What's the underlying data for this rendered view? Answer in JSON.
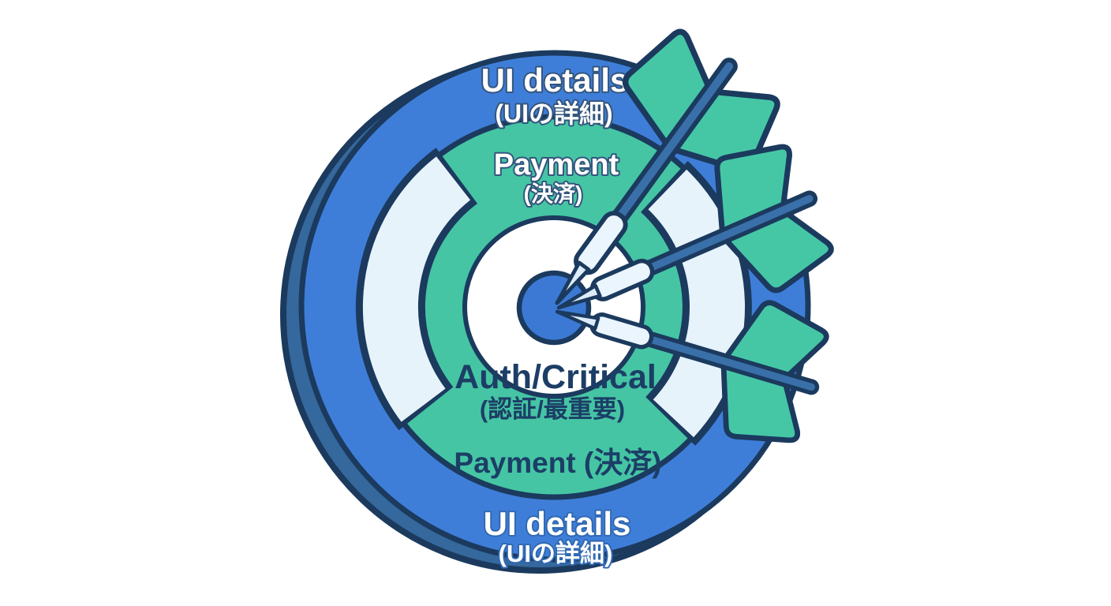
{
  "illustration": {
    "description": "Dartboard target diagram with three darts hitting the bullseye; concentric rings labeled by priority in English and Japanese",
    "rings": [
      {
        "level": "outer",
        "label": "UI details",
        "label_jp": "(UIの詳細)"
      },
      {
        "level": "middle",
        "label": "Payment",
        "label_jp": "(決済)"
      },
      {
        "level": "inner",
        "label": "Auth/Critical",
        "label_jp": "(認証/最重要)"
      }
    ],
    "darts": {
      "count": 3
    }
  },
  "labels": {
    "outer_top": "UI details",
    "outer_top_jp": "(UIの詳細)",
    "middle_top": "Payment",
    "middle_top_jp": "(決済)",
    "inner": "Auth/Critical",
    "inner_jp": "(認証/最重要)",
    "middle_bottom": "Payment (決済)",
    "outer_bottom": "UI details",
    "outer_bottom_jp": "(UIの詳細)"
  },
  "colors": {
    "navy": "#1b3a5e",
    "board_blue": "#3f7ed8",
    "depth_blue": "#35689c",
    "pale": "#e7f3fb",
    "teal": "#45c5a4",
    "white_ring": "#ffffff",
    "bullseye_blue": "#3c79d4",
    "shaft_blue": "#3a70a9",
    "barrel": "#eaf5fd",
    "needle": "#dcecf8",
    "flight_teal": "#45c7a6",
    "text_light": "#ffffff",
    "text_light_outline_top": "#33557e",
    "text_light_outline_bottom": "#3069b3",
    "text_dark": "#1c3e66",
    "background": "#ffffff"
  }
}
